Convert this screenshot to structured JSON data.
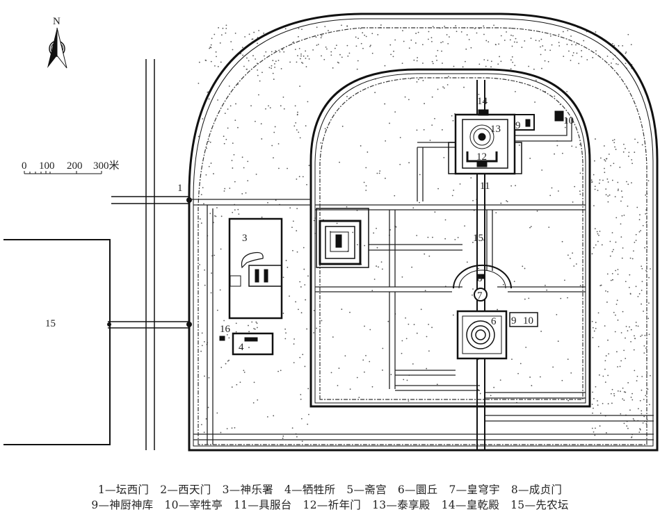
{
  "compass": {
    "label": "N"
  },
  "scale": {
    "ticks": [
      "0",
      "100",
      "200",
      "300米"
    ]
  },
  "map_labels": {
    "west_gate": "1",
    "shenyueshu": "3",
    "xishengsuo": "4",
    "yuanqiu": "6",
    "huangqiongyu": "7",
    "chengzhenmen": "8",
    "shenchu_north": "9",
    "zaishengting_north": "10",
    "jufutai": "11",
    "qiniangmen": "12",
    "taixiangdian": "13",
    "huangqiandian": "14",
    "central_axis": "15",
    "xiannongtan": "15",
    "unnamed_16": "16",
    "shenchu_south": "9",
    "zaishengting_south": "10"
  },
  "legend": {
    "row1": [
      "1—坛西门",
      "2—西天门",
      "3—神乐署",
      "4—牺牲所",
      "5—斋宫",
      "6—圜丘",
      "7—皇穹宇",
      "8—成贞门"
    ],
    "row2": [
      "9—神厨神库",
      "10—宰牲亭",
      "11—具服台",
      "12—祈年门",
      "13—泰享殿",
      "14—皇乾殿",
      "15—先农坛"
    ]
  },
  "colors": {
    "ink": "#1a1a1a",
    "paper": "#ffffff",
    "dots": "#555555"
  }
}
